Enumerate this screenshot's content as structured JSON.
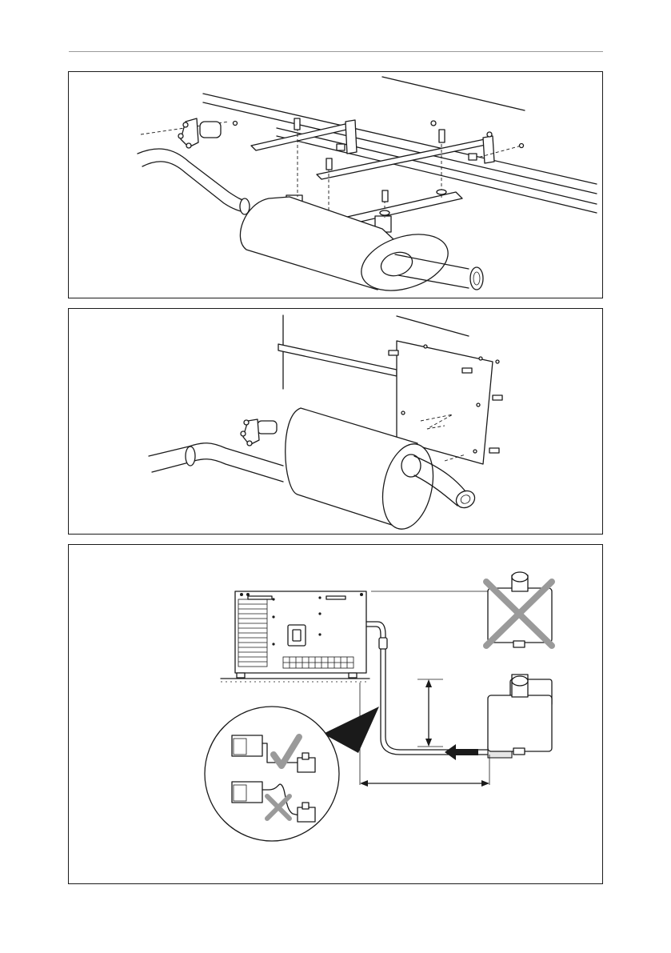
{
  "page": {
    "figures": [
      {
        "id": "figure-1"
      },
      {
        "id": "figure-2"
      },
      {
        "id": "figure-3"
      }
    ]
  },
  "colors": {
    "line": "#1a1a1a",
    "rule": "#9a9a9a",
    "cross_mark": "#9a9a9a",
    "check_mark": "#9a9a9a",
    "flow_arrow": "#1a1a1a"
  },
  "icons": {
    "correct": "check-icon",
    "incorrect": "cross-icon",
    "flow": "arrow-left-icon"
  }
}
